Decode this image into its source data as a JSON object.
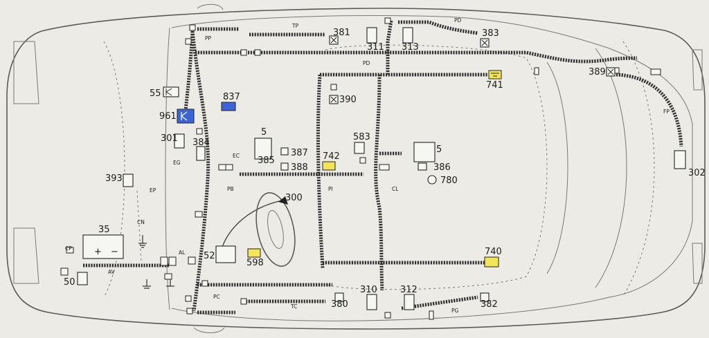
{
  "colors": {
    "background": "#ecebe6",
    "harness": "#2e2e2e",
    "highlight_yellow": "#f2e55a",
    "highlight_blue": "#3c64d6"
  },
  "components": {
    "c35": "35",
    "c50": "50",
    "c52": "52",
    "c55": "55",
    "c5a": "5",
    "c5b": "5",
    "c300": "300",
    "c301": "301",
    "c302": "302",
    "c310": "310",
    "c311": "311",
    "c312": "312",
    "c313": "313",
    "c380": "380",
    "c381": "381",
    "c382": "382",
    "c383": "383",
    "c384": "384",
    "c385": "385",
    "c386": "386",
    "c387": "387",
    "c388": "388",
    "c389": "389",
    "c390": "390",
    "c393": "393",
    "c583": "583",
    "c598": "598",
    "c740": "740",
    "c741": "741",
    "c742": "742",
    "c780": "780",
    "c837": "837",
    "c961": "961"
  },
  "harness_labels": {
    "tp": "TP",
    "pp": "PP",
    "pd_top": "PD",
    "pd_mid": "PD",
    "fp": "FP",
    "ec": "EC",
    "eg": "EG",
    "ep": "EP",
    "pb": "PB",
    "pi": "PI",
    "cl": "CL",
    "cn": "CN",
    "cp": "CP",
    "av": "AV",
    "al": "AL",
    "pc": "PC",
    "tc": "TC",
    "pg": "PG"
  },
  "battery_signs": {
    "plus": "+",
    "minus": "−"
  }
}
